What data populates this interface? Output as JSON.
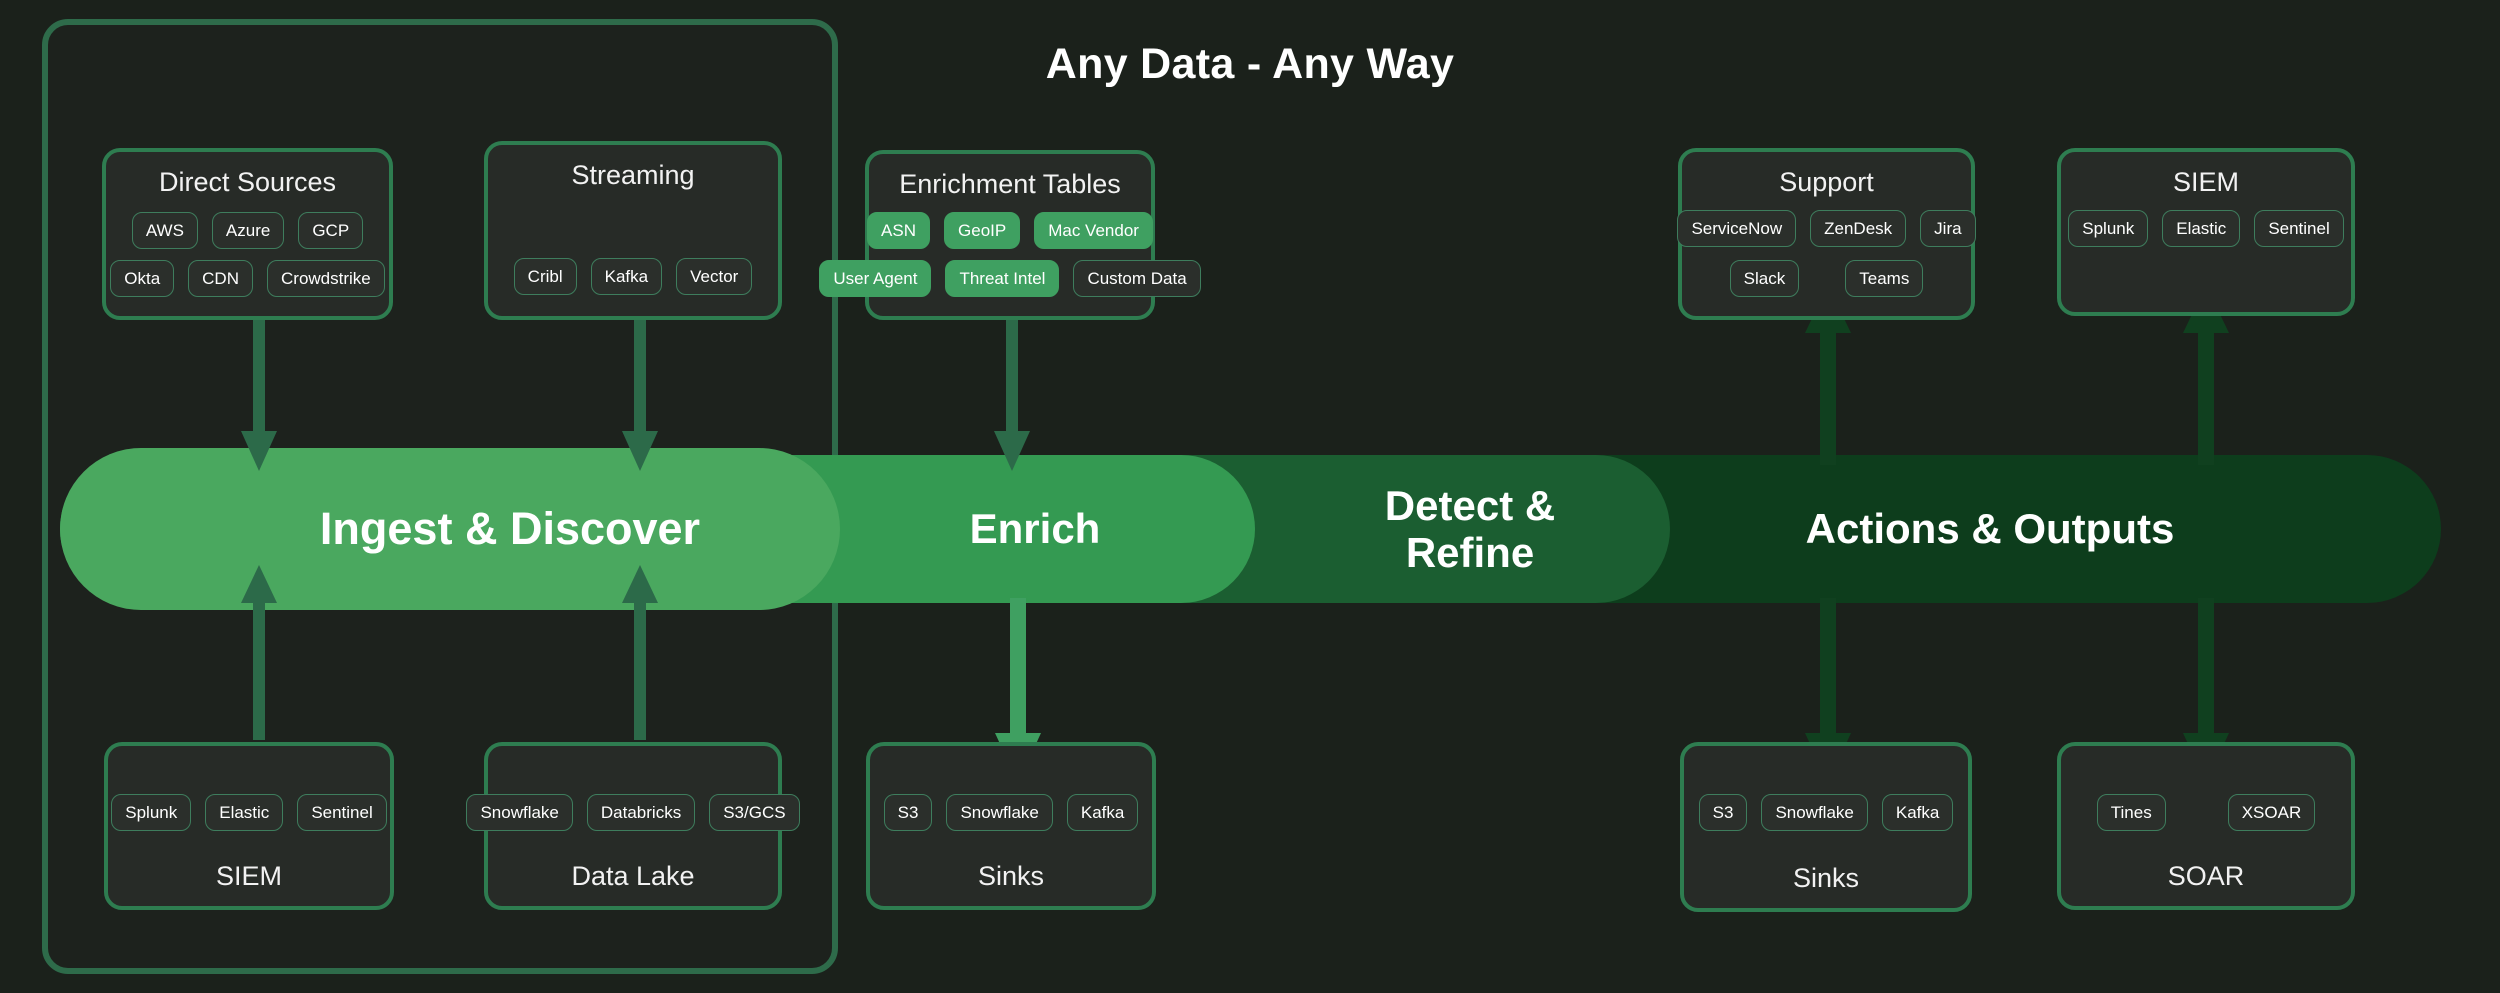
{
  "diagram": {
    "container_title": "Any Data - Any Way",
    "background_color": "#1b211b",
    "accent_color": "#2e7d50",
    "highlight_color": "#3fa061"
  },
  "pipeline": {
    "stages": [
      {
        "id": "ingest",
        "label": "Ingest & Discover",
        "color": "#4aa85f"
      },
      {
        "id": "enrich",
        "label": "Enrich",
        "color": "#349a52"
      },
      {
        "id": "detect",
        "label": "Detect &\nRefine",
        "color": "#1b5e31"
      },
      {
        "id": "actions",
        "label": "Actions & Outputs",
        "color": "#0d3d1c"
      }
    ],
    "ingest_label": "Ingest & Discover",
    "enrich_label": "Enrich",
    "detect_label_line1": "Detect &",
    "detect_label_line2": "Refine",
    "actions_label": "Actions & Outputs"
  },
  "groups": {
    "direct_sources": {
      "title": "Direct Sources",
      "title_position": "top",
      "rows": [
        [
          {
            "label": "AWS"
          },
          {
            "label": "Azure"
          },
          {
            "label": "GCP"
          }
        ],
        [
          {
            "label": "Okta"
          },
          {
            "label": "CDN"
          },
          {
            "label": "Crowdstrike"
          }
        ]
      ]
    },
    "streaming": {
      "title": "Streaming",
      "title_position": "top",
      "rows": [
        [
          {
            "label": "Cribl"
          },
          {
            "label": "Kafka"
          },
          {
            "label": "Vector"
          }
        ]
      ]
    },
    "enrichment_tables": {
      "title": "Enrichment Tables",
      "title_position": "top",
      "rows": [
        [
          {
            "label": "ASN",
            "filled": true
          },
          {
            "label": "GeoIP",
            "filled": true
          },
          {
            "label": "Mac Vendor",
            "filled": true
          }
        ],
        [
          {
            "label": "User Agent",
            "filled": true
          },
          {
            "label": "Threat Intel",
            "filled": true
          },
          {
            "label": "Custom Data",
            "filled": false
          }
        ]
      ]
    },
    "support": {
      "title": "Support",
      "title_position": "top",
      "rows": [
        [
          {
            "label": "ServiceNow"
          },
          {
            "label": "ZenDesk"
          },
          {
            "label": "Jira"
          }
        ],
        [
          {
            "label": "Slack"
          },
          {
            "label": "Teams"
          }
        ]
      ]
    },
    "siem_top": {
      "title": "SIEM",
      "title_position": "top",
      "rows": [
        [
          {
            "label": "Splunk"
          },
          {
            "label": "Elastic"
          },
          {
            "label": "Sentinel"
          }
        ]
      ]
    },
    "siem_bottom": {
      "title": "SIEM",
      "title_position": "bottom",
      "rows": [
        [
          {
            "label": "Splunk"
          },
          {
            "label": "Elastic"
          },
          {
            "label": "Sentinel"
          }
        ]
      ]
    },
    "data_lake": {
      "title": "Data Lake",
      "title_position": "bottom",
      "rows": [
        [
          {
            "label": "Snowflake"
          },
          {
            "label": "Databricks"
          },
          {
            "label": "S3/GCS"
          }
        ]
      ]
    },
    "sinks_enrich": {
      "title": "Sinks",
      "title_position": "bottom",
      "rows": [
        [
          {
            "label": "S3"
          },
          {
            "label": "Snowflake"
          },
          {
            "label": "Kafka"
          }
        ]
      ]
    },
    "sinks_actions": {
      "title": "Sinks",
      "title_position": "bottom",
      "rows": [
        [
          {
            "label": "S3"
          },
          {
            "label": "Snowflake"
          },
          {
            "label": "Kafka"
          }
        ]
      ]
    },
    "soar": {
      "title": "SOAR",
      "title_position": "bottom",
      "rows": [
        [
          {
            "label": "Tines"
          },
          {
            "label": "XSOAR"
          }
        ]
      ]
    }
  },
  "connectors": [
    {
      "id": "direct-sources-to-ingest",
      "direction": "down",
      "color": "#2c6a49"
    },
    {
      "id": "streaming-to-ingest",
      "direction": "down",
      "color": "#2c6a49"
    },
    {
      "id": "enrichment-to-enrich",
      "direction": "down",
      "color": "#2c6a49"
    },
    {
      "id": "ingest-to-siem",
      "direction": "up",
      "color": "#2c6a49"
    },
    {
      "id": "ingest-to-data-lake",
      "direction": "up",
      "color": "#2c6a49"
    },
    {
      "id": "enrich-to-sinks",
      "direction": "down",
      "color": "#3fa061"
    },
    {
      "id": "actions-to-sinks",
      "direction": "down",
      "color": "#0f3d1d"
    },
    {
      "id": "actions-to-soar",
      "direction": "down",
      "color": "#0f3d1d"
    },
    {
      "id": "actions-to-support",
      "direction": "up",
      "color": "#0f3d1d"
    },
    {
      "id": "actions-to-siem",
      "direction": "up",
      "color": "#0f3d1d"
    }
  ]
}
